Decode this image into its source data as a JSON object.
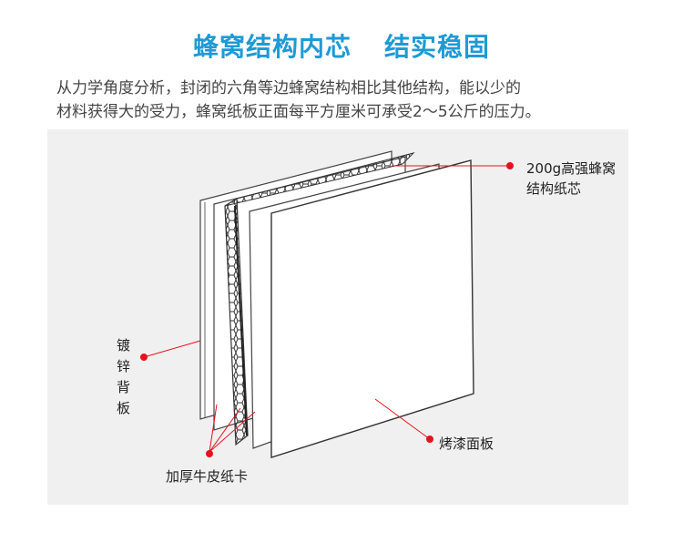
{
  "title": {
    "part1": "蜂窝结构内芯",
    "part2": "结实稳固"
  },
  "intro": {
    "line1": "从力学角度分析，封闭的六角等边蜂窝结构相比其他结构，能以少的",
    "line2": "材料获得大的受力，蜂窝纸板正面每平方厘米可承受2～5公斤的压力。"
  },
  "labels": {
    "core_line1": "200g高强蜂窝",
    "core_line2": "结构纸芯",
    "back_panel": "镀锌背板",
    "front_panel": "烤漆面板",
    "kraft": "加厚牛皮纸卡"
  },
  "colors": {
    "title": "#1e9ad6",
    "callout": "#e8121c",
    "panel_background": "#f0f0f0"
  }
}
